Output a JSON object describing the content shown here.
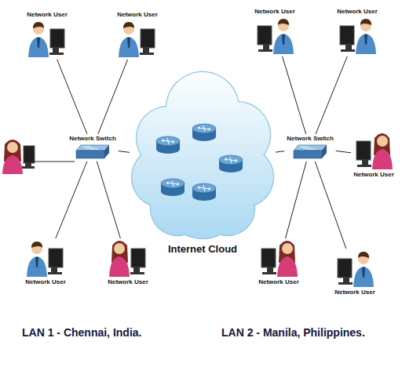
{
  "diagram": {
    "nodes": [
      {
        "text": [
          "Network User"
        ]
      },
      {
        "text": [
          "Network User"
        ]
      },
      {
        "text": [
          "Network User"
        ]
      },
      {
        "text": [
          "Network User"
        ]
      },
      {
        "text": [
          "Network Switch"
        ]
      },
      {
        "text": [
          "Internet Cloud"
        ]
      },
      {
        "text": [
          "Network Switch"
        ]
      },
      {
        "text": [
          "Network User"
        ]
      },
      {
        "text": [
          "Network User"
        ]
      },
      {
        "text": [
          "Network User"
        ]
      },
      {
        "text": [
          "Network User"
        ]
      },
      {
        "text": [
          "Network User"
        ]
      }
    ],
    "edges": [
      {
        "from": 0,
        "to": 4,
        "arrow": "none"
      },
      {
        "from": 1,
        "to": 4,
        "arrow": "none"
      },
      {
        "from": 2,
        "to": 6,
        "arrow": "none"
      },
      {
        "from": 3,
        "to": 6,
        "arrow": "none"
      },
      {
        "from": 4,
        "to": 5,
        "arrow": "none"
      },
      {
        "from": 5,
        "to": 6,
        "arrow": "none"
      },
      {
        "from": 7,
        "to": 6,
        "arrow": "none"
      },
      {
        "from": 8,
        "to": 4,
        "arrow": "none"
      },
      {
        "from": 9,
        "to": 4,
        "arrow": "none"
      },
      {
        "from": 10,
        "to": 6,
        "arrow": "none"
      },
      {
        "from": 11,
        "to": 6,
        "arrow": "none"
      }
    ],
    "labels": [
      "LAN 1 - Chennai, India.",
      "LAN 2 - Manila, Philippines."
    ]
  }
}
